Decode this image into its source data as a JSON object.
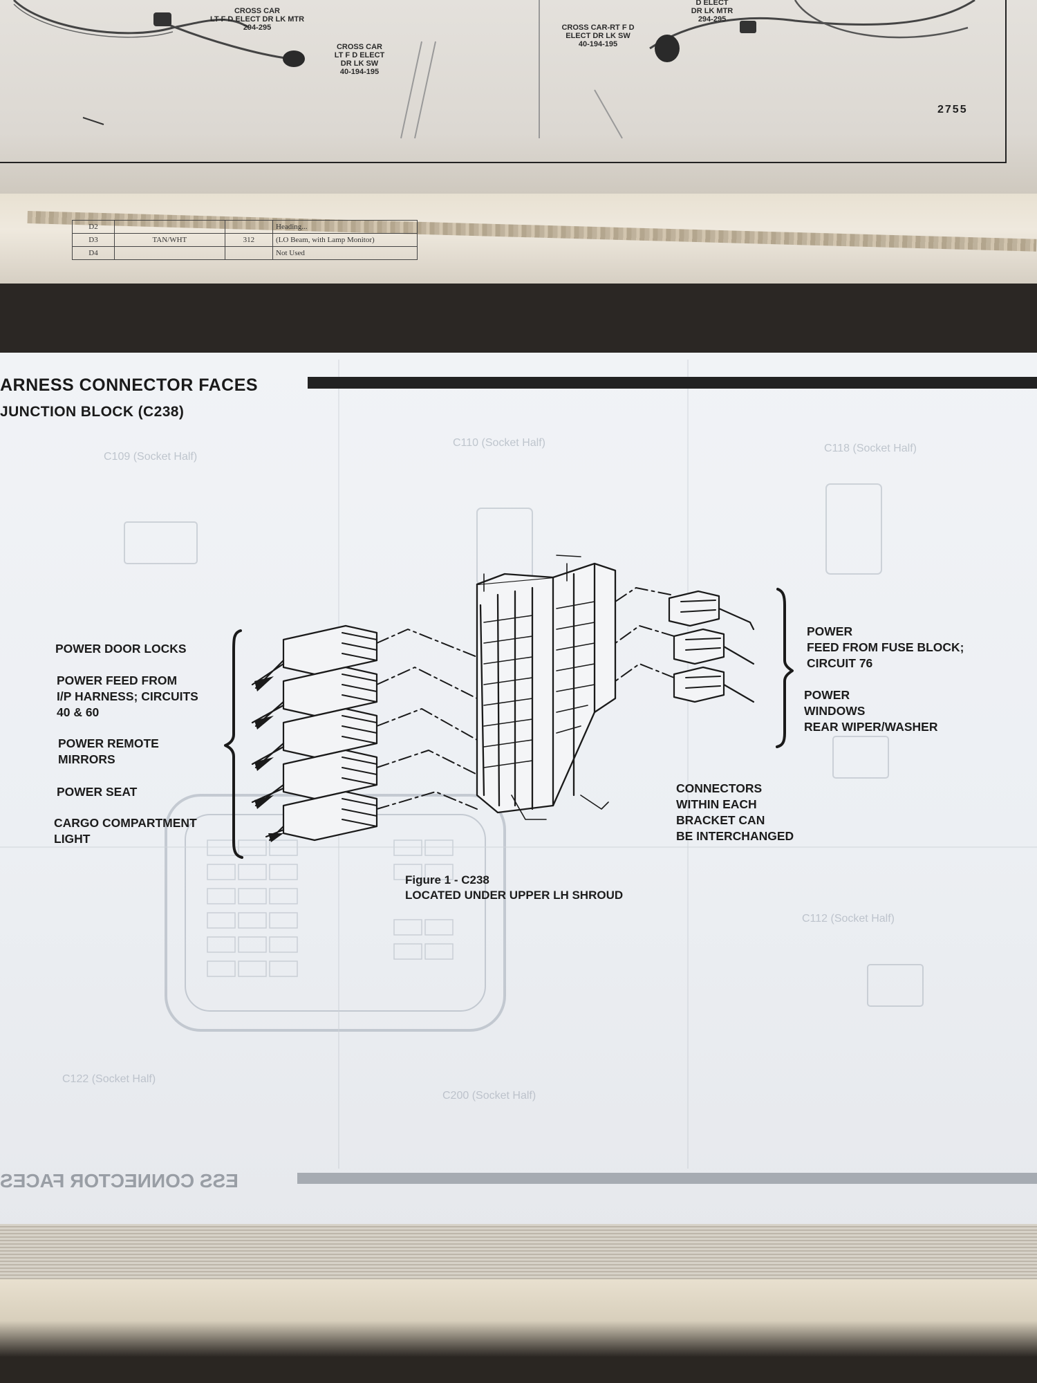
{
  "top_page": {
    "labels": [
      "CROSS CAR\nLT F D ELECT DR LK MTR\n294-295",
      "CROSS CAR\nLT F D ELECT\nDR LK SW\n40-194-195",
      "CROSS CAR-RT F D\nELECT DR LK SW\n40-194-195",
      "D ELECT\nDR LK MTR\n294-295"
    ],
    "page_number": "2755"
  },
  "table_strip": {
    "rows": [
      {
        "pin": "D2",
        "color": "",
        "circuit": "",
        "desc": "Heading..."
      },
      {
        "pin": "D3",
        "color": "TAN/WHT",
        "circuit": "312",
        "desc": "(LO Beam, with Lamp Monitor)"
      },
      {
        "pin": "D4",
        "color": "",
        "circuit": "",
        "desc": "Not Used"
      }
    ]
  },
  "header": {
    "title": "ARNESS CONNECTOR FACES",
    "subtitle": "JUNCTION BLOCK (C238)"
  },
  "left_labels": [
    "POWER DOOR LOCKS",
    "POWER FEED FROM\nI/P HARNESS; CIRCUITS\n40 & 60",
    "POWER REMOTE\nMIRRORS",
    "POWER SEAT",
    "CARGO COMPARTMENT\nLIGHT"
  ],
  "right_labels": [
    "POWER\nFEED FROM FUSE BLOCK;\nCIRCUIT 76",
    "POWER\nWINDOWS\nREAR WIPER/WASHER"
  ],
  "note": "CONNECTORS\nWITHIN EACH\nBRACKET CAN\nBE INTERCHANGED",
  "figure": {
    "caption": "Figure 1 - C238\nLOCATED UNDER UPPER LH SHROUD"
  },
  "ghost_labels": [
    "C109 (Socket Half)",
    "C110 (Socket Half)",
    "C118 (Socket Half)",
    "C112 (Socket Half)",
    "C122 (Socket Half)",
    "C200 (Socket Half)"
  ],
  "footer": {
    "mirrored_title": "ESS CONNECTOR FACES"
  }
}
